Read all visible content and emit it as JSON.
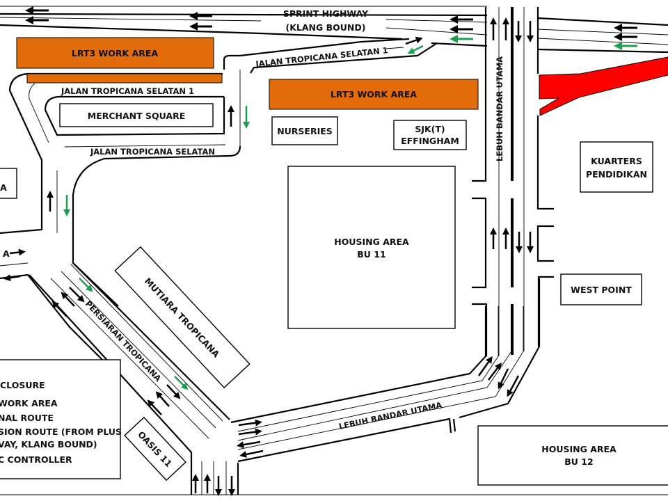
{
  "map": {
    "title": "LRT3 Traffic Diversion Map",
    "colors": {
      "work_area": "#e36c0a",
      "closure": "#ff0000",
      "normal_route": "#000000",
      "diversion_route": "#00a050"
    },
    "roads": {
      "sprint_highway_line1": "SPRINT HIGHWAY",
      "sprint_highway_line2": "(KLANG BOUND)",
      "jalan_tropicana_selatan_1_top": "JALAN TROPICANA SELATAN 1",
      "jalan_tropicana_selatan_1_left": "JALAN TROPICANA SELATAN 1",
      "jalan_tropicana_selatan": "JALAN TROPICANA SELATAN",
      "lebuh_bandar_utama_vertical": "LEBUH BANDAR UTAMA",
      "lebuh_bandar_utama_bottom": "LEBUH BANDAR UTAMA",
      "persiaran_tropicana": "PERSIARAN TROPICANA",
      "left_road_fragment": "A"
    },
    "areas": {
      "lrt3_work_area_1": "LRT3 WORK AREA",
      "lrt3_work_area_2": "LRT3 WORK AREA",
      "merchant_square": "MERCHANT SQUARE",
      "nurseries": "NURSERIES",
      "sjkt_line1": "SJK(T)",
      "sjkt_line2": "EFFINGHAM",
      "housing_bu11_line1": "HOUSING AREA",
      "housing_bu11_line2": "BU 11",
      "kuarters_line1": "KUARTERS",
      "kuarters_line2": "PENDIDIKAN",
      "west_point": "WEST POINT",
      "mutiara_tropicana": "MUTIARA TROPICANA",
      "oasis_11": "OASIS 11",
      "housing_bu12_line1": "HOUSING AREA",
      "housing_bu12_line2": "BU 12",
      "left_partial_box": "A"
    },
    "legend": {
      "items": [
        "CLOSURE",
        "WORK AREA",
        "NAL  ROUTE",
        "SION ROUTE (FROM PLUS",
        "VAY, KLANG BOUND)",
        "C CONTROLLER"
      ]
    }
  }
}
